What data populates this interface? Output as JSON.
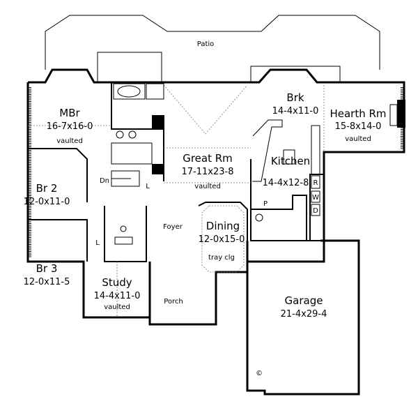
{
  "rooms": {
    "patio": {
      "name": "Patio"
    },
    "mbr": {
      "name": "MBr",
      "size": "16-7x16-0",
      "note": "vaulted"
    },
    "great_rm": {
      "name": "Great Rm",
      "size": "17-11x23-8",
      "note": "vaulted"
    },
    "brk": {
      "name": "Brk",
      "size": "14-4x11-0"
    },
    "hearth_rm": {
      "name": "Hearth Rm",
      "size": "15-8x14-0",
      "note": "vaulted"
    },
    "kitchen": {
      "name": "Kitchen",
      "size": "14-4x12-8"
    },
    "br2": {
      "name": "Br 2",
      "size": "12-0x11-0"
    },
    "br3": {
      "name": "Br 3",
      "size": "12-0x11-5"
    },
    "foyer": {
      "name": "Foyer"
    },
    "dining": {
      "name": "Dining",
      "size": "12-0x15-0",
      "note": "tray clg"
    },
    "study": {
      "name": "Study",
      "size": "14-4x11-0",
      "note": "vaulted"
    },
    "porch": {
      "name": "Porch"
    },
    "garage": {
      "name": "Garage",
      "size": "21-4x29-4"
    }
  },
  "fixtures": {
    "stairs": "Dn",
    "linen_1": "L",
    "linen_2": "L",
    "pantry": "P",
    "refrigerator": "R",
    "washer": "W",
    "dryer": "D"
  },
  "copyright": "©"
}
